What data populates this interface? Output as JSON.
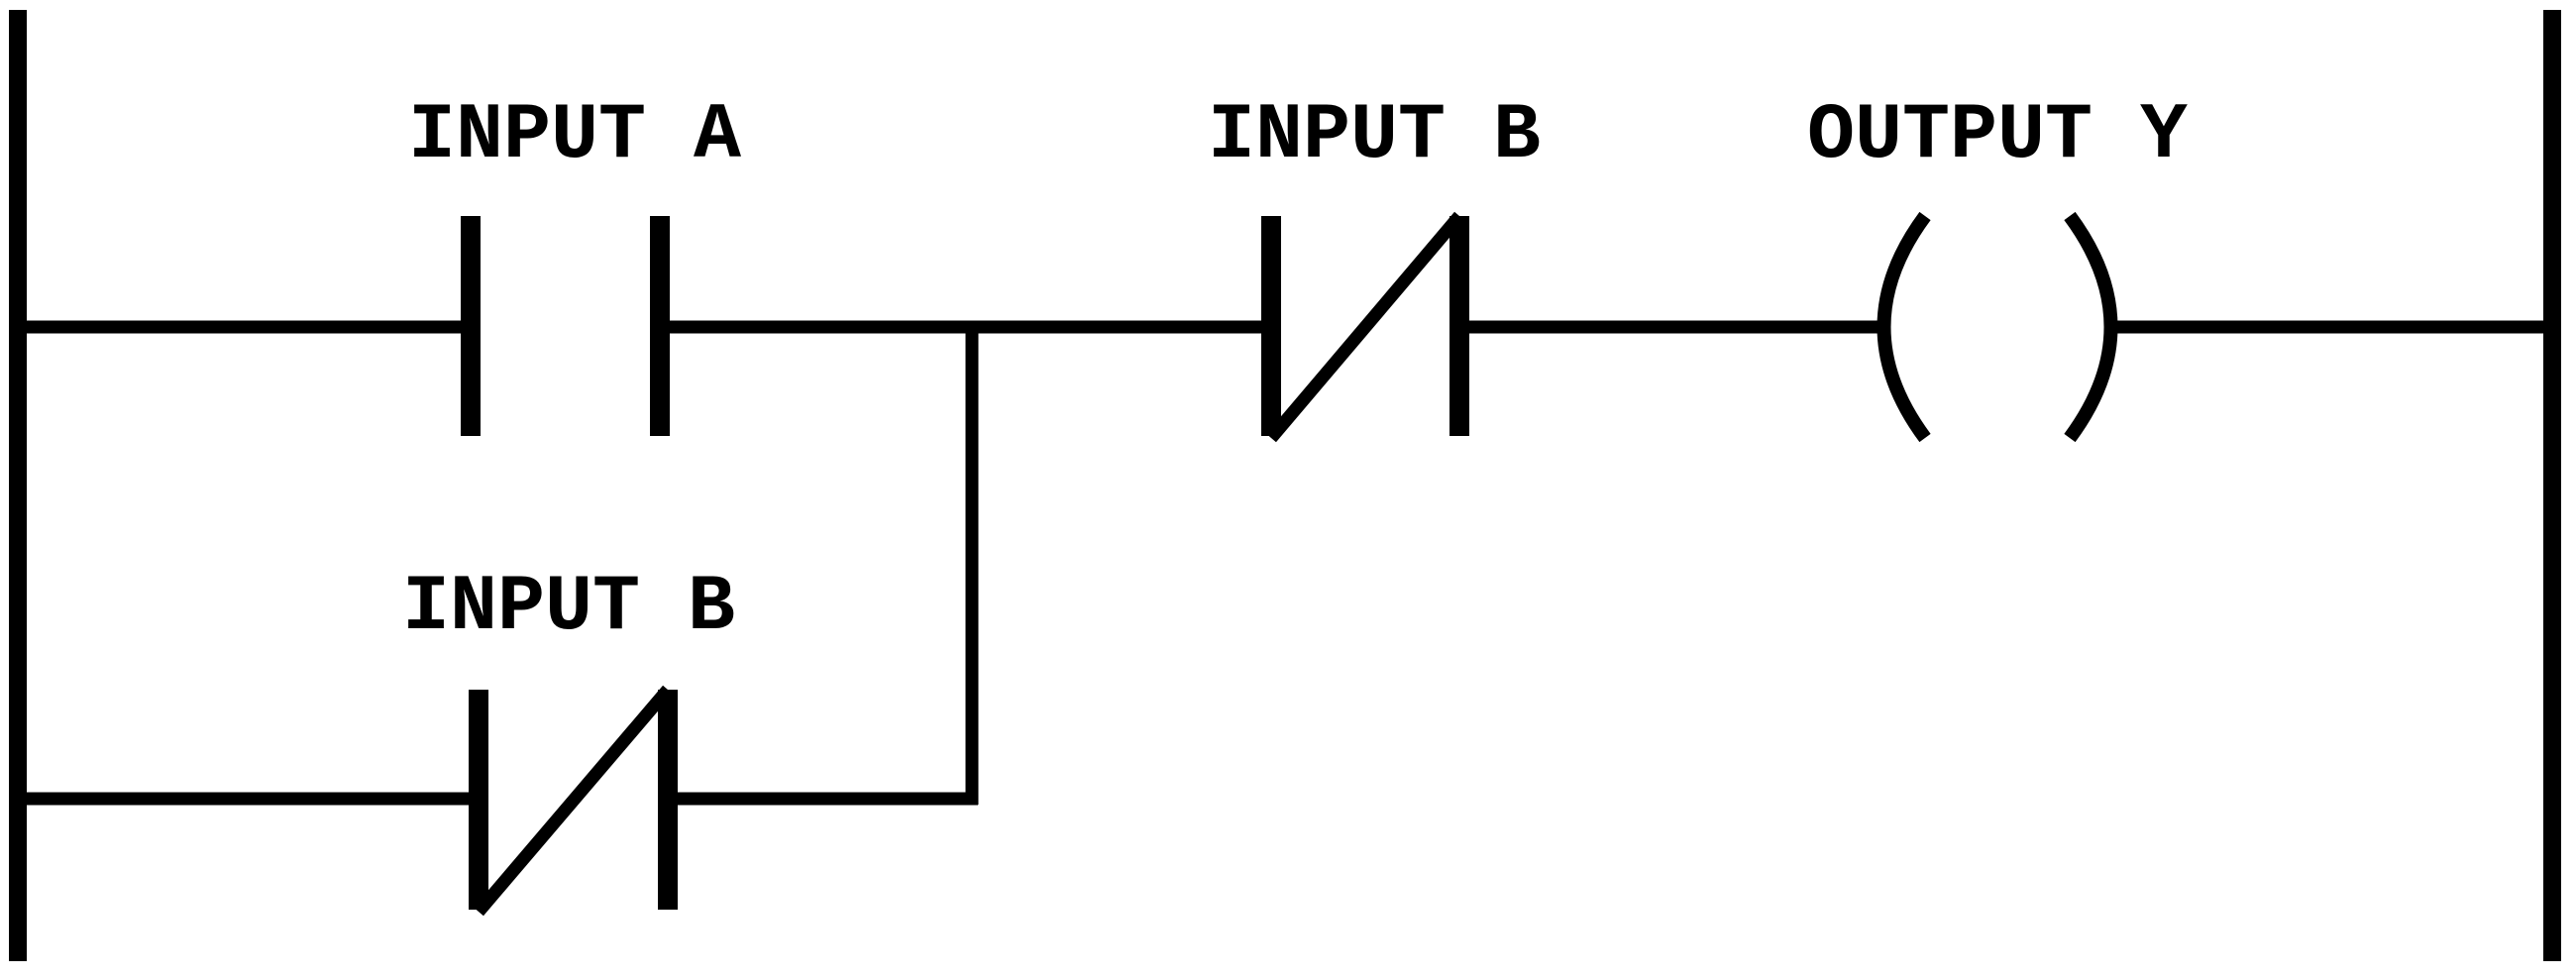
{
  "diagram": {
    "type": "ladder-logic",
    "rung": {
      "contact_input_a": {
        "label": "INPUT A",
        "kind": "normally-open"
      },
      "contact_input_b_series": {
        "label": "INPUT B",
        "kind": "normally-closed"
      },
      "contact_input_b_branch": {
        "label": "INPUT B",
        "kind": "normally-closed"
      },
      "coil_output_y": {
        "label": "OUTPUT Y",
        "kind": "coil"
      }
    },
    "colors": {
      "line": "#000000",
      "background": "#ffffff"
    }
  }
}
